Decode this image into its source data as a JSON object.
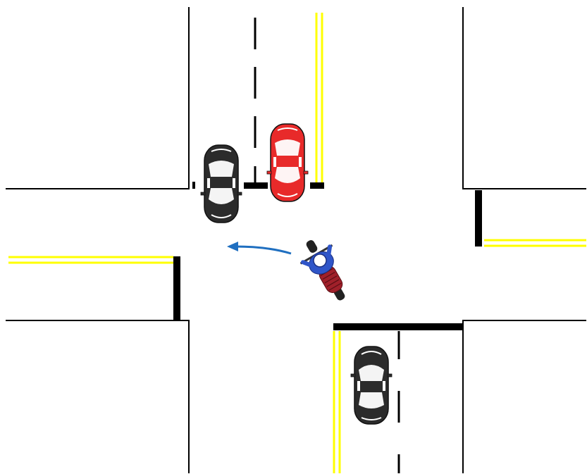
{
  "scene": {
    "type": "four-way intersection",
    "colors": {
      "background": "#ffffff",
      "curb_line": "#000000",
      "center_line_yellow": "#ffff00",
      "stop_line": "#000000",
      "lane_dash": "#000000",
      "arrow": "#1f6fc0"
    },
    "vehicles": [
      {
        "kind": "car",
        "color": "#2b2b2b",
        "direction": "heading-south"
      },
      {
        "kind": "car",
        "color": "#e82a2a",
        "direction": "heading-south"
      },
      {
        "kind": "car",
        "color": "#2b2b2b",
        "direction": "heading-north"
      },
      {
        "kind": "motorcycle",
        "body_color": "#a0202a",
        "rider_color": "#2f55c8",
        "direction": "turning-left-westbound"
      }
    ],
    "arrow_icon": "curved-arrow-left"
  }
}
